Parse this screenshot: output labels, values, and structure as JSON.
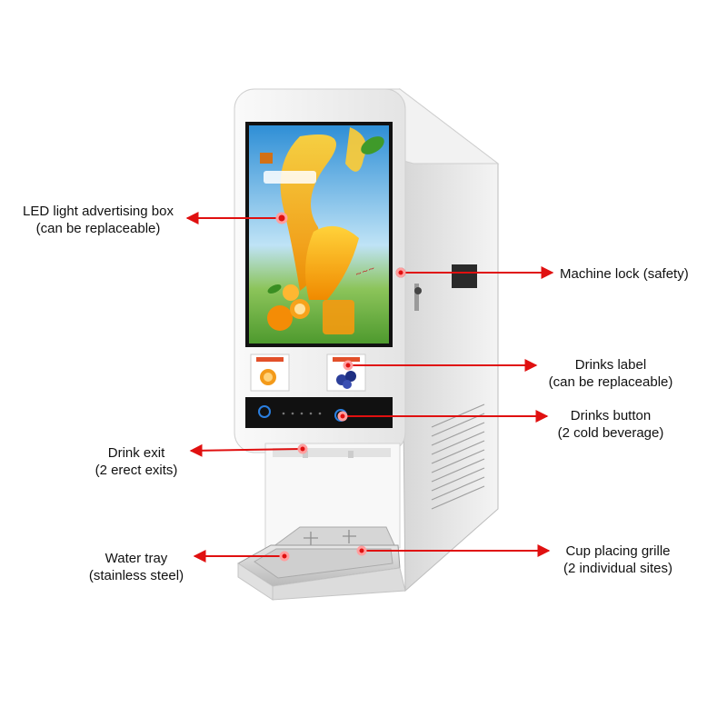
{
  "callouts": {
    "led_box": {
      "line1": "LED light advertising box",
      "line2": "(can be replaceable)"
    },
    "machine_lock": {
      "line1": "Machine lock (safety)"
    },
    "drinks_label": {
      "line1": "Drinks label",
      "line2": "(can be replaceable)"
    },
    "drinks_button": {
      "line1": "Drinks button",
      "line2": "(2 cold beverage)"
    },
    "drink_exit": {
      "line1": "Drink exit",
      "line2": "(2 erect exits)"
    },
    "water_tray": {
      "line1": "Water tray",
      "line2": "(stainless steel)"
    },
    "cup_grille": {
      "line1": "Cup placing grille",
      "line2": "(2 individual sites)"
    }
  },
  "colors": {
    "arrow": "#e01010",
    "body": "#eeeeee",
    "body_shadow": "#c9c9c9",
    "screen_frame": "#111111",
    "screen_sky": "#4a9fd8",
    "screen_grass": "#6fb04a",
    "juice": "#f3a10f",
    "button_ring": "#2a7fe0"
  },
  "product": {
    "icons": [
      "orange-slices-icon",
      "juice-splash-icon",
      "blueberry-icon",
      "key-icon",
      "vent-grille-icon"
    ]
  }
}
